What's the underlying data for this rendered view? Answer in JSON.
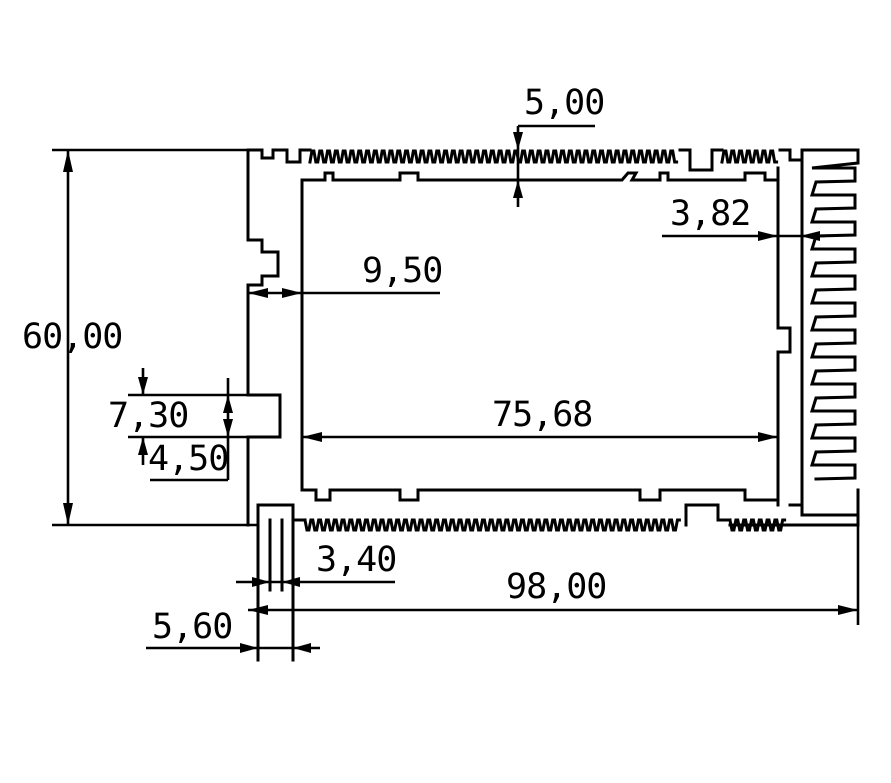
{
  "dimensions": {
    "top_wall": "5,00",
    "fin_depth": "3,82",
    "inner_offset": "9,50",
    "overall_height": "60,00",
    "slot_height": "7,30",
    "slot_depth": "4,50",
    "cavity_width": "75,68",
    "bottom_slot": "3,40",
    "overall_width": "98,00",
    "bottom_leg": "5,60"
  },
  "colors": {
    "line": "#000000",
    "background": "#ffffff"
  }
}
